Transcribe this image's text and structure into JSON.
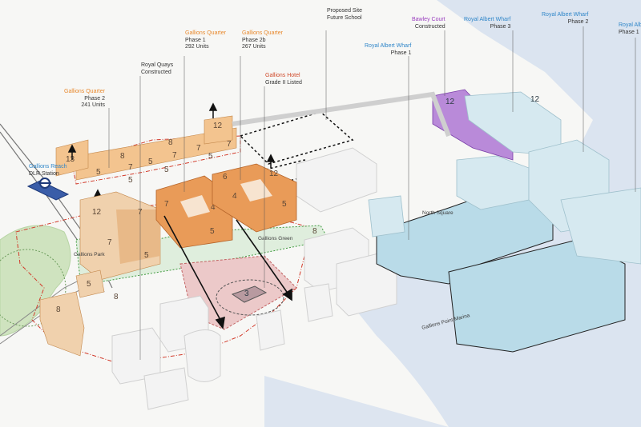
{
  "colors": {
    "gallions": "#e8892e",
    "blue_label": "#2f86c9",
    "purple_label": "#9a3fbf",
    "red_label": "#d04a2a",
    "green_label": "#3f9a3f",
    "dark_label": "#333333"
  },
  "labels": {
    "gallions_reach": {
      "title": "Gallions Reach",
      "sub": "DLR Station"
    },
    "gq_phase2": {
      "title": "Gallions Quarter",
      "line2": "Phase 2",
      "line3": "241 Units"
    },
    "royal_quays": {
      "title": "Royal Quays",
      "sub": "Constructed"
    },
    "gq_phase1": {
      "title": "Gallions Quarter",
      "line2": "Phase 1",
      "line3": "292 Units"
    },
    "gq_phase2b": {
      "title": "Gallions Quarter",
      "line2": "Phase 2b",
      "line3": "267 Units"
    },
    "gallions_hotel": {
      "title": "Gallions Hotel",
      "sub": "Grade II Listed"
    },
    "proposed_site": {
      "title": "Proposed Site",
      "sub": "Future School"
    },
    "raw_phase1": {
      "title": "Royal Albert Wharf",
      "sub": "Phase 1"
    },
    "bawley_court": {
      "title": "Bawley Court",
      "sub": "Constructed"
    },
    "raw_phase3": {
      "title": "Royal Albert Wharf",
      "sub": "Phase 3"
    },
    "raw_phase2": {
      "title": "Royal Albert Wharf",
      "sub": "Phase 2"
    },
    "raw_phase1b": {
      "title": "Royal Albert Wharf",
      "sub": "Phase 1"
    }
  },
  "map_tags": {
    "north_square": "North Square",
    "gallions_point_marina": "Gallions Point Marina",
    "gallions_green": "Gallions Green",
    "gallions_park": "Gallions Park"
  },
  "storeys": {
    "b13": "13",
    "b12_phase1": "12",
    "b12_phase2": "12",
    "b12_2b": "12",
    "b12_bawley": "12",
    "b12_raw": "12",
    "b7a": "7",
    "b7b": "7",
    "b7c": "7",
    "b7d": "7",
    "b7e": "7",
    "b7f": "7",
    "b7g": "7",
    "b5a": "5",
    "b5b": "5",
    "b5c": "5",
    "b5d": "5",
    "b5e": "5",
    "b5f": "5",
    "b5g": "5",
    "b5h": "5",
    "b8a": "8",
    "b8b": "8",
    "b8c": "8",
    "b8d": "8",
    "b6": "6",
    "b4a": "4",
    "b4b": "4",
    "b3": "3"
  }
}
